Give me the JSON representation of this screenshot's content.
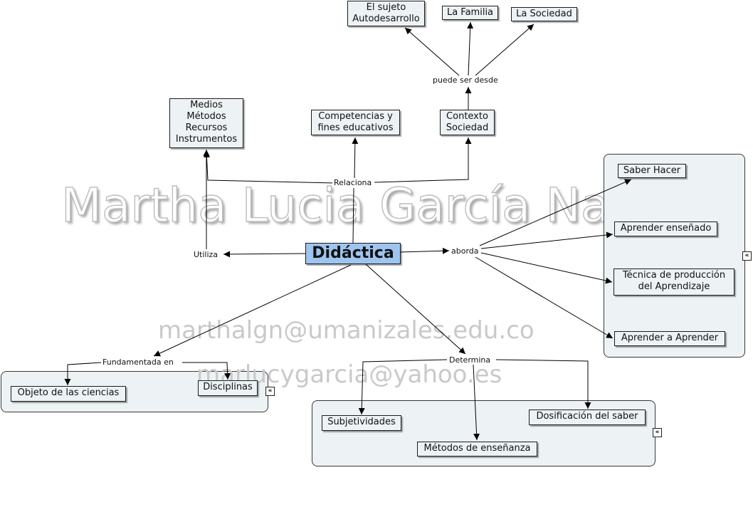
{
  "watermark": {
    "name": "Martha Lucia García Naranjo",
    "email1": "marthalgn@umanizales.edu.co",
    "email2": "marlucygarcia@yahoo.es"
  },
  "nodes": {
    "didactica": "Didáctica",
    "medios": "Medios\nMétodos\nRecursos\nInstrumentos",
    "competencias": "Competencias y\nfines educativos",
    "contexto": "Contexto\nSociedad",
    "sujeto": "El sujeto\nAutodesarrollo",
    "familia": "La Familia",
    "sociedad": "La Sociedad",
    "saber_hacer": "Saber Hacer",
    "aprender_ensenado": "Aprender enseñado",
    "tecnica": "Técnica de producción\ndel Aprendizaje",
    "aprender_aprender": "Aprender a Aprender",
    "objeto": "Objeto de las ciencias",
    "disciplinas": "Disciplinas",
    "subjetividades": "Subjetividades",
    "dosificacion": "Dosificación del saber",
    "metodos_ensenanza": "Métodos de enseñanza"
  },
  "links": {
    "utiliza": "Utiliza",
    "relaciona": "Relaciona",
    "puede_ser_desde": "puede ser desde",
    "aborda": "aborda",
    "fundamentada_en": "Fundamentada en",
    "determina": "Determina"
  },
  "collapse_icon": "«"
}
